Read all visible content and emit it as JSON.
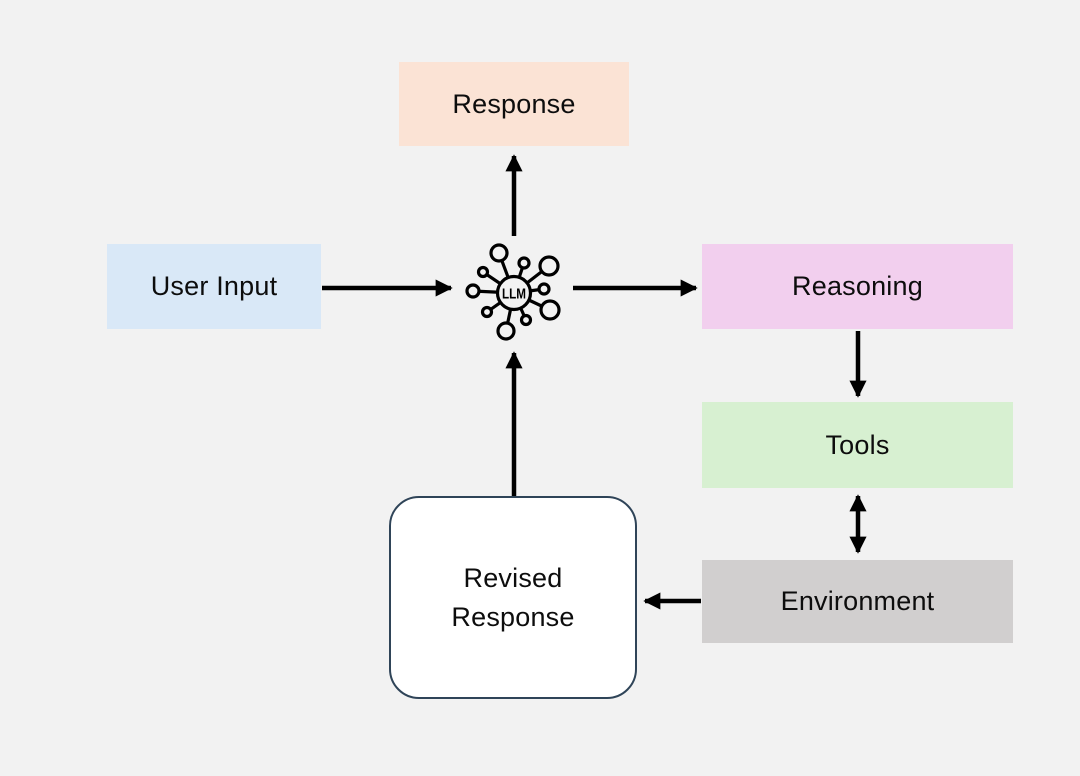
{
  "diagram": {
    "background": "#F2F2F2",
    "text_color": "#0D0D0D",
    "arrow_color": "#000000",
    "nodes": {
      "response": {
        "label": "Response",
        "color": "#FBE3D5"
      },
      "user_input": {
        "label": "User Input",
        "color": "#D9E8F7"
      },
      "llm": {
        "label": "LLM"
      },
      "reasoning": {
        "label": "Reasoning",
        "color": "#F2CFEE"
      },
      "tools": {
        "label": "Tools",
        "color": "#D7F0D1"
      },
      "environment": {
        "label": "Environment",
        "color": "#D1CFCF"
      },
      "revised_response": {
        "label": "Revised Response",
        "fill": "#FFFFFF",
        "border_color": "#2F4458"
      }
    },
    "edges": [
      {
        "from": "user_input",
        "to": "llm",
        "arrow": "single"
      },
      {
        "from": "llm",
        "to": "response",
        "arrow": "single"
      },
      {
        "from": "llm",
        "to": "reasoning",
        "arrow": "single"
      },
      {
        "from": "reasoning",
        "to": "tools",
        "arrow": "single"
      },
      {
        "from": "tools",
        "to": "environment",
        "arrow": "double"
      },
      {
        "from": "environment",
        "to": "revised_response",
        "arrow": "single"
      },
      {
        "from": "revised_response",
        "to": "llm",
        "arrow": "single"
      }
    ]
  }
}
